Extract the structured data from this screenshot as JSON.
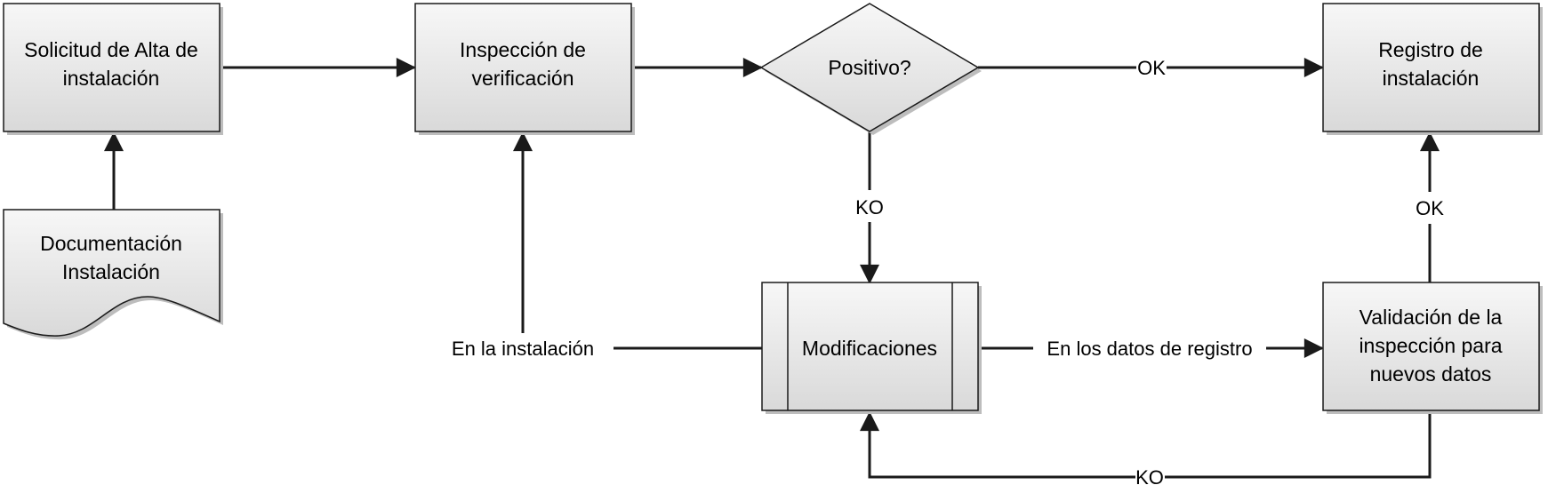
{
  "diagram": {
    "nodes": {
      "solicitud": {
        "line1": "Solicitud de Alta de",
        "line2": "instalación"
      },
      "documentacion": {
        "line1": "Documentación",
        "line2": "Instalación"
      },
      "inspeccion": {
        "line1": "Inspección de",
        "line2": "verificación"
      },
      "positivo": {
        "label": "Positivo?"
      },
      "registro": {
        "line1": "Registro de",
        "line2": "instalación"
      },
      "modificaciones": {
        "label": "Modificaciones"
      },
      "validacion": {
        "line1": "Validación de la",
        "line2": "inspección para",
        "line3": "nuevos datos"
      }
    },
    "edges": {
      "positivo_ok": "OK",
      "positivo_ko": "KO",
      "validacion_ok": "OK",
      "validacion_ko": "KO",
      "en_instalacion": "En la instalación",
      "en_datos": "En los datos de registro"
    },
    "colors": {
      "node_fill_top": "#f7f7f7",
      "node_fill_bottom": "#d9d9d9",
      "stroke": "#1a1a1a",
      "shadow": "#bdbdbd"
    }
  }
}
